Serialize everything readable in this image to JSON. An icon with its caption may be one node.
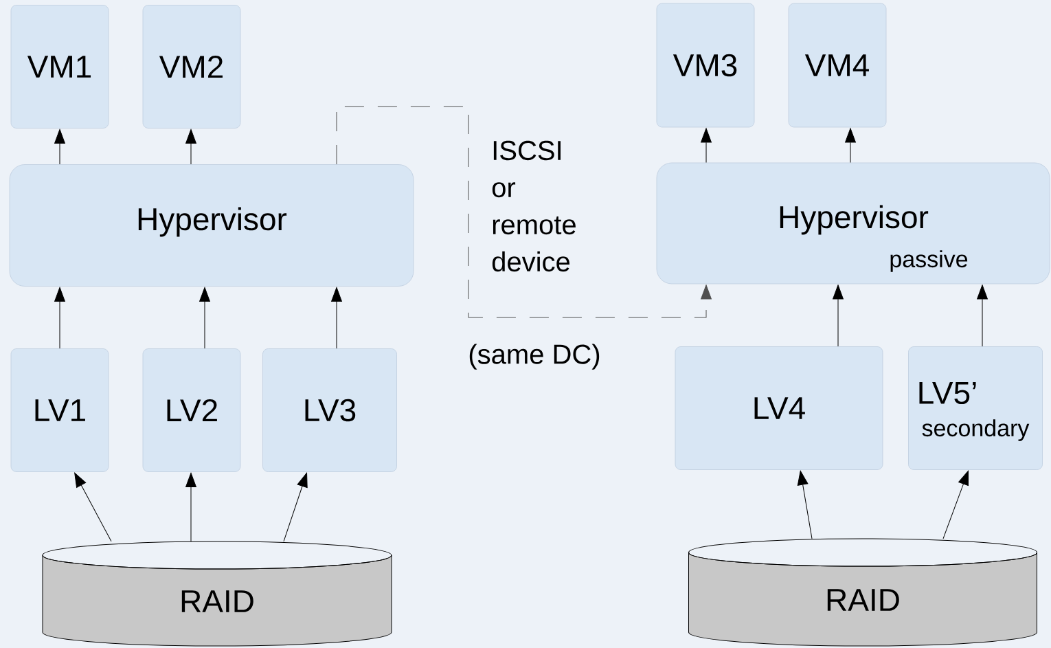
{
  "diagram": {
    "nodes": [
      {
        "text": [
          "VM1"
        ]
      },
      {
        "text": [
          "VM2"
        ]
      },
      {
        "text": [
          "VM3"
        ]
      },
      {
        "text": [
          "VM4"
        ]
      },
      {
        "text": [
          "Hypervisor"
        ]
      },
      {
        "text": [
          "Hypervisor",
          "passive"
        ]
      },
      {
        "text": [
          "LV1"
        ]
      },
      {
        "text": [
          "LV2"
        ]
      },
      {
        "text": [
          "LV3"
        ]
      },
      {
        "text": [
          "LV4"
        ]
      },
      {
        "text": [
          "LV5’",
          "secondary"
        ]
      },
      {
        "text": [
          "RAID"
        ]
      },
      {
        "text": [
          "RAID"
        ]
      }
    ],
    "edges": [
      {
        "from": 4,
        "to": 0,
        "arrow": "to"
      },
      {
        "from": 4,
        "to": 1,
        "arrow": "to"
      },
      {
        "from": 5,
        "to": 2,
        "arrow": "to"
      },
      {
        "from": 5,
        "to": 3,
        "arrow": "to"
      },
      {
        "from": 6,
        "to": 4,
        "arrow": "to"
      },
      {
        "from": 7,
        "to": 4,
        "arrow": "to"
      },
      {
        "from": 8,
        "to": 4,
        "arrow": "to"
      },
      {
        "from": 9,
        "to": 5,
        "arrow": "to"
      },
      {
        "from": 10,
        "to": 5,
        "arrow": "to"
      },
      {
        "from": 11,
        "to": 6,
        "arrow": "to"
      },
      {
        "from": 11,
        "to": 7,
        "arrow": "to"
      },
      {
        "from": 11,
        "to": 8,
        "arrow": "to"
      },
      {
        "from": 12,
        "to": 9,
        "arrow": "to"
      },
      {
        "from": 12,
        "to": 10,
        "arrow": "to"
      },
      {
        "from": 4,
        "to": 5,
        "arrow": "to",
        "style": "dashed"
      }
    ],
    "labels": [
      "ISCSI or remote device",
      "(same DC)"
    ]
  }
}
